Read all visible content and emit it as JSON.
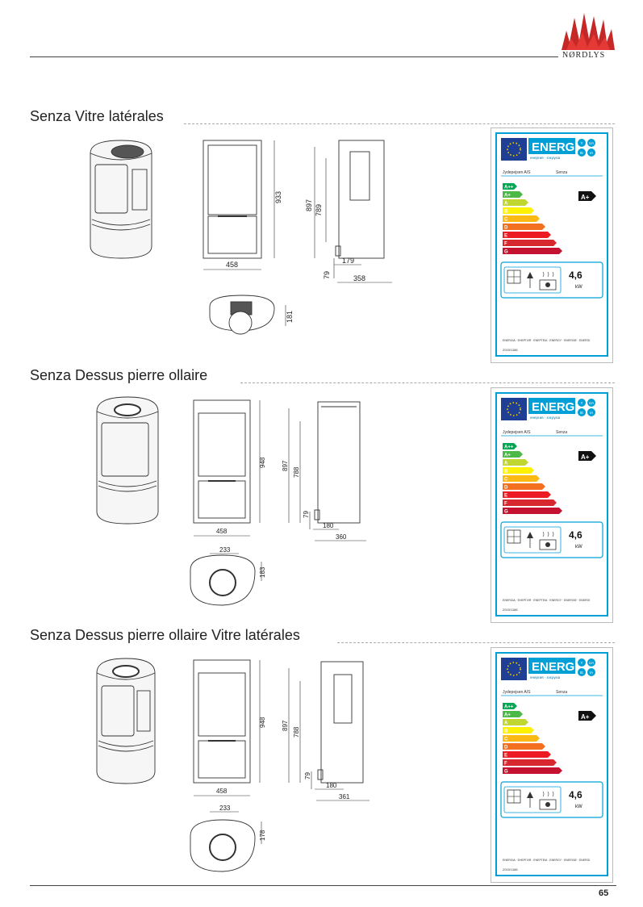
{
  "header": {
    "brand": "NØRDLYS"
  },
  "sections": [
    {
      "title": "Senza Vitre latérales",
      "dims": {
        "width": "458",
        "height": "933",
        "h2": "897",
        "h3": "789",
        "base": "79",
        "depth_inner": "179",
        "depth": "358",
        "top_depth": "181"
      },
      "label": {
        "energ": "ENERG",
        "sub": "енергия · ενεργεια",
        "supplier": "Jydepejsen A/S",
        "model": "Senza",
        "class": "A+",
        "power_value": "4,6",
        "power_unit": "kW",
        "footer_langs": "ENERGIA · ЕНЕРГИЯ · ΕΝΕΡΓΕΙΑ · ENERGY · ENERGIE · ENERGI",
        "regulation": "2015/1186"
      }
    },
    {
      "title": "Senza Dessus pierre ollaire",
      "dims": {
        "width": "458",
        "height": "948",
        "h2": "897",
        "h3": "788",
        "base": "79",
        "depth_inner": "180",
        "depth": "360",
        "top_width": "233",
        "top_depth": "183"
      },
      "label": {
        "energ": "ENERG",
        "sub": "енергия · ενεργεια",
        "supplier": "Jydepejsen A/S",
        "model": "Senza",
        "class": "A+",
        "power_value": "4,6",
        "power_unit": "kW",
        "footer_langs": "ENERGIA · ЕНЕРГИЯ · ΕΝΕΡΓΕΙΑ · ENERGY · ENERGIE · ENERGI",
        "regulation": "2015/1186"
      }
    },
    {
      "title": "Senza Dessus pierre ollaire Vitre latérales",
      "dims": {
        "width": "458",
        "height": "948",
        "h2": "897",
        "h3": "788",
        "base": "79",
        "depth_inner": "180",
        "depth": "361",
        "top_width": "233",
        "top_depth": "178"
      },
      "label": {
        "energ": "ENERG",
        "sub": "енергия · ενεργεια",
        "supplier": "Jydepejsen A/S",
        "model": "Senza",
        "class": "A+",
        "power_value": "4,6",
        "power_unit": "kW",
        "footer_langs": "ENERGIA · ЕНЕРГИЯ · ΕΝΕΡΓΕΙΑ · ENERGY · ENERGIE · ENERGI",
        "regulation": "2015/1186"
      }
    }
  ],
  "energy_classes": [
    "A++",
    "A+",
    "A",
    "B",
    "C",
    "D",
    "E",
    "F",
    "G"
  ],
  "energy_colors": [
    "#00a651",
    "#4cb848",
    "#bfd730",
    "#fff200",
    "#fdb913",
    "#f37021",
    "#ed1c24",
    "#d7282f",
    "#c41230"
  ],
  "lang_badges": [
    "Y",
    "IJA",
    "IE",
    "IA"
  ],
  "footer": {
    "page_number": "65"
  }
}
